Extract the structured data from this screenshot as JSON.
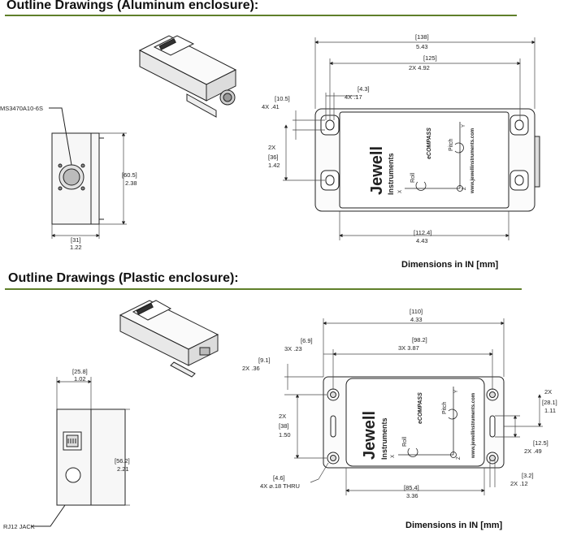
{
  "sections": {
    "aluminum": {
      "title": "Outline Drawings (Aluminum enclosure):",
      "dimensions_note": "Dimensions in IN [mm]",
      "connector_label": "MS3470A10-6S",
      "dims": {
        "width_overall_mm": "[138]",
        "width_overall_in": "5.43",
        "hole_spacing_mm": "[125]",
        "hole_spacing_in": "2X 4.92",
        "slot_width_mm": "[4.3]",
        "slot_width_in": "4X .17",
        "slot_height_mm": "[10.5]",
        "slot_height_in": "4X .41",
        "slot_pitch_label": "2X",
        "slot_pitch_mm": "[36]",
        "slot_pitch_in": "1.42",
        "body_width_mm": "[112.4]",
        "body_width_in": "4.43",
        "end_height_mm": "[60.5]",
        "end_height_in": "2.38",
        "end_depth_mm": "[31]",
        "end_depth_in": "1.22"
      }
    },
    "plastic": {
      "title": "Outline Drawings (Plastic enclosure):",
      "dimensions_note": "Dimensions in IN [mm]",
      "jack_label": "RJ12 JACK",
      "dims": {
        "width_overall_mm": "[110]",
        "width_overall_in": "4.33",
        "flange_mm": "[6.9]",
        "flange_in": "3X .23",
        "hole_span_mm": "[98.2]",
        "hole_span_in": "3X 3.87",
        "top_offset_mm": "[9.1]",
        "top_offset_in": "2X .36",
        "hole_pitch_label": "2X",
        "hole_pitch_mm": "[38]",
        "hole_pitch_in": "1.50",
        "hole_dia_mm": "[4.6]",
        "hole_dia_in": "4X ⌀.18 THRU",
        "body_width_mm": "[85.4]",
        "body_width_in": "3.36",
        "right_height_label": "2X",
        "right_height_mm": "[28.1]",
        "right_height_in": "1.11",
        "slot_mm": "[12.5]",
        "slot_in": "2X .49",
        "slot_w_mm": "[3.2]",
        "slot_w_in": "2X .12",
        "end_depth_mm": "[25.8]",
        "end_depth_in": "1.02",
        "end_height_mm": "[56.2]",
        "end_height_in": "2.21"
      }
    }
  },
  "device_label": {
    "brand_top": "Jewell",
    "brand_bottom": "Instruments",
    "product": "eCOMPASS",
    "url": "www.jewellinstruments.com",
    "roll": "Roll",
    "pitch": "Pitch",
    "axis_x": "X",
    "axis_y": "Y",
    "axis_z": "Z"
  },
  "colors": {
    "heading_rule": "#5f7f2a",
    "line": "#222222"
  }
}
